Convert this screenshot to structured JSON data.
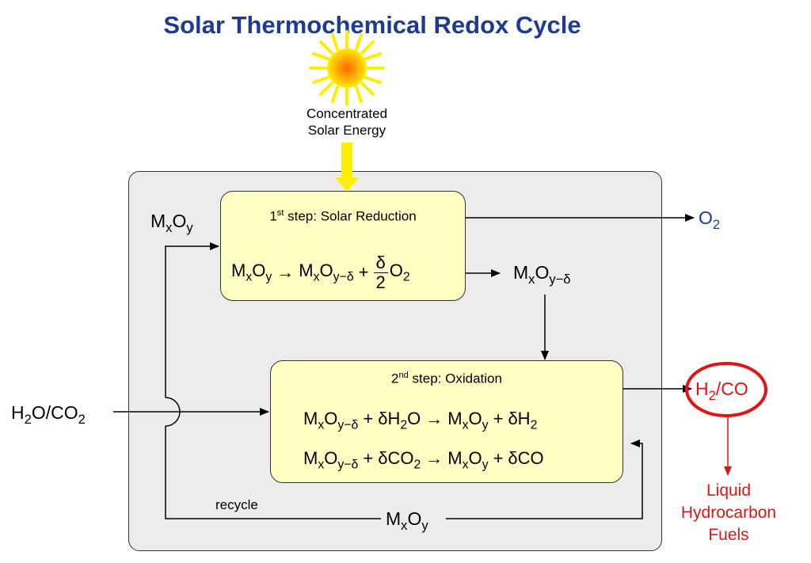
{
  "title": "Solar Thermochemical Redox Cycle",
  "colors": {
    "title": "#1f3a93",
    "o2": "#1f3a93",
    "product": "#e01414",
    "sun_arrow": "#ffee00",
    "box_fill": "#ffffc4",
    "outer_fill": "#ececec"
  },
  "energy": {
    "line1": "Concentrated",
    "line2": "Solar Energy"
  },
  "step1": {
    "heading_sup": "st",
    "heading_num": "1",
    "heading_text": " step: Solar Reduction",
    "equation": {
      "lhs": "MxOy",
      "arrow": "→",
      "rhs1": "MxOy−δ",
      "plus": "+",
      "frac_num": "δ",
      "frac_den": "2",
      "o2": "O2"
    }
  },
  "step2": {
    "heading_num": "2",
    "heading_sup": "nd",
    "heading_text": " step: Oxidation",
    "eq1": {
      "a": "MxOy−δ",
      "plus1": "+",
      "b": "δH2O",
      "arrow": "→",
      "c": "MxOy",
      "plus2": "+",
      "d": "δH2"
    },
    "eq2": {
      "a": "MxOy−δ",
      "plus1": "+",
      "b": "δCO2",
      "arrow": "→",
      "c": "MxOy",
      "plus2": "+",
      "d": "δCO"
    }
  },
  "labels": {
    "mxoy_left": {
      "M": "M",
      "x": "x",
      "O": "O",
      "y": "y"
    },
    "mxoy_reduced": {
      "M": "M",
      "x": "x",
      "O": "O",
      "sub": "y−δ"
    },
    "o2": {
      "O": "O",
      "sub": "2"
    },
    "feed": {
      "a": "H",
      "a_sub": "2",
      "b": "O/CO",
      "b_sub": "2"
    },
    "product": {
      "a": "H",
      "a_sub": "2",
      "b": "/CO"
    },
    "recycle": "recycle",
    "mxoy_bottom": {
      "M": "M",
      "x": "x",
      "O": "O",
      "y": "y"
    },
    "fuels": {
      "line1": "Liquid",
      "line2": "Hydrocarbon",
      "line3": "Fuels"
    }
  }
}
